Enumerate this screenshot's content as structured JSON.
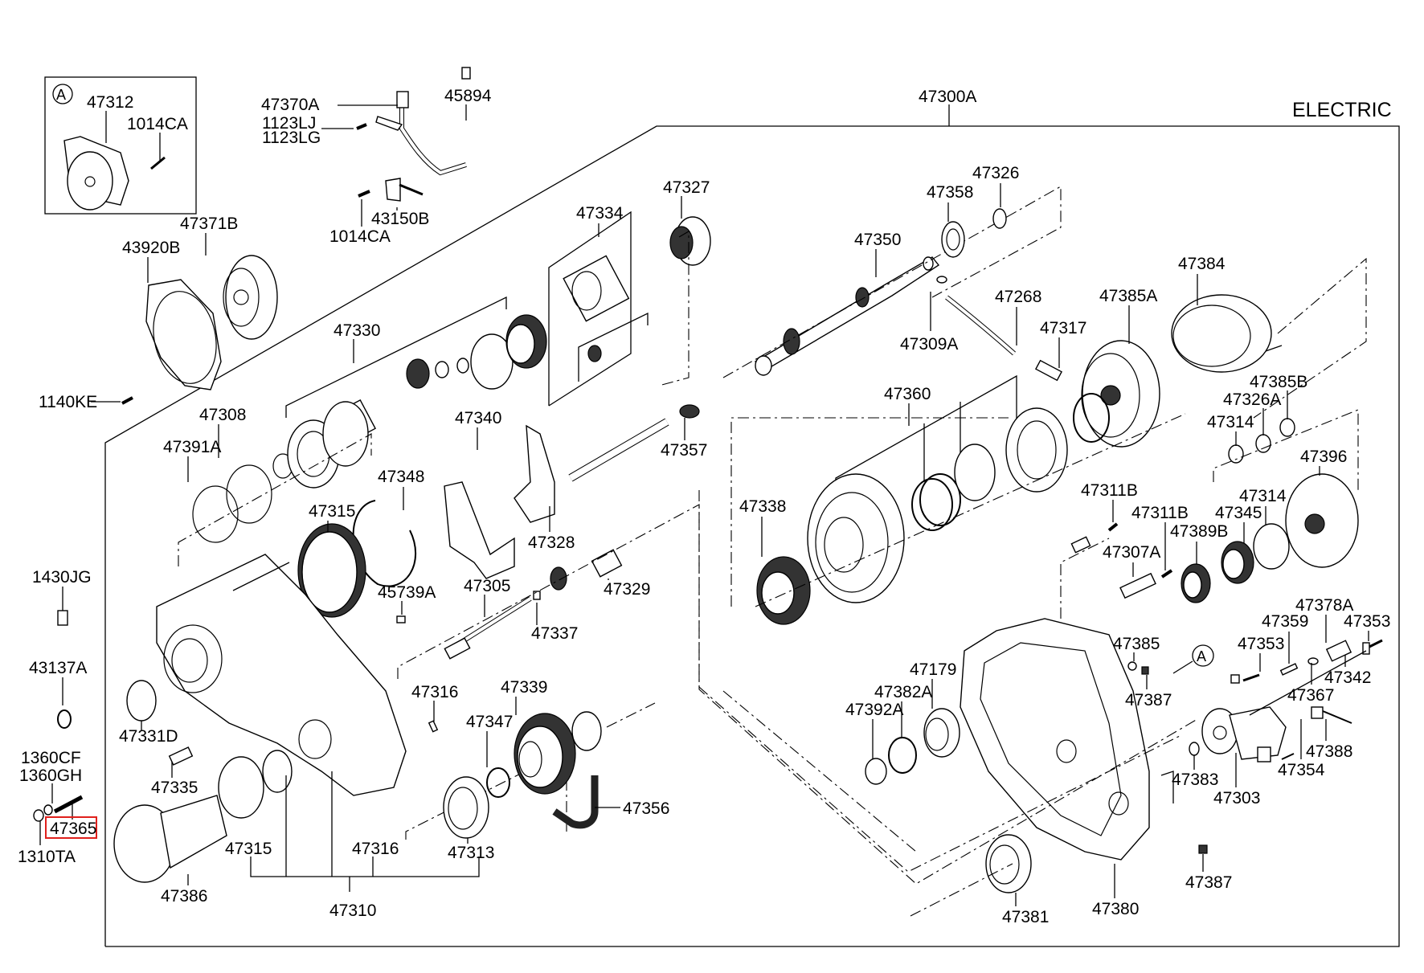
{
  "diagram": {
    "title": "ELECTRIC",
    "assembly": "47300A",
    "inset": {
      "marker": "A",
      "labels": [
        "47312",
        "1014CA"
      ]
    },
    "view_marker": "A",
    "highlighted_part": "47365",
    "highlight_color": "#e0201c",
    "labels": {
      "p47370A": "47370A",
      "p1123LJ": "1123LJ",
      "p1123LG": "1123LG",
      "p45894": "45894",
      "p43150B": "43150B",
      "p1014CA_b": "1014CA",
      "p47371B": "47371B",
      "p43920B": "43920B",
      "p1140KE": "1140KE",
      "p47330": "47330",
      "p47334": "47334",
      "p47327": "47327",
      "p47350": "47350",
      "p47358": "47358",
      "p47326": "47326",
      "p47309A": "47309A",
      "p47268": "47268",
      "p47317": "47317",
      "p47385A": "47385A",
      "p47384": "47384",
      "p47385B": "47385B",
      "p47326A": "47326A",
      "p47314a": "47314",
      "p47396": "47396",
      "p47314b": "47314",
      "p47308": "47308",
      "p47391A": "47391A",
      "p47340": "47340",
      "p47357": "47357",
      "p47348": "47348",
      "p47315a": "47315",
      "p47328": "47328",
      "p45739A": "45739A",
      "p47360": "47360",
      "p47338": "47338",
      "p47311B_a": "47311B",
      "p47311B_b": "47311B",
      "p47345": "47345",
      "p47389B": "47389B",
      "p47307A": "47307A",
      "p1430JG": "1430JG",
      "p47305": "47305",
      "p47329": "47329",
      "p47337": "47337",
      "p43137A": "43137A",
      "p47331D": "47331D",
      "p47316a": "47316",
      "p47339": "47339",
      "p47347": "47347",
      "p47378A": "47378A",
      "p47353a": "47353",
      "p47359": "47359",
      "p47353b": "47353",
      "p47385": "47385",
      "p47342": "47342",
      "p47387a": "47387",
      "p47367": "47367",
      "p47179": "47179",
      "p47382A": "47382A",
      "p47392A": "47392A",
      "p47388": "47388",
      "p47354": "47354",
      "p47383": "47383",
      "p47303": "47303",
      "p1360CF": "1360CF",
      "p1360GH": "1360GH",
      "p47365": "47365",
      "p1310TA": "1310TA",
      "p47335": "47335",
      "p47356": "47356",
      "p47315b": "47315",
      "p47316b": "47316",
      "p47313": "47313",
      "p47386": "47386",
      "p47310": "47310",
      "p47387b": "47387",
      "p47381": "47381",
      "p47380": "47380"
    }
  }
}
